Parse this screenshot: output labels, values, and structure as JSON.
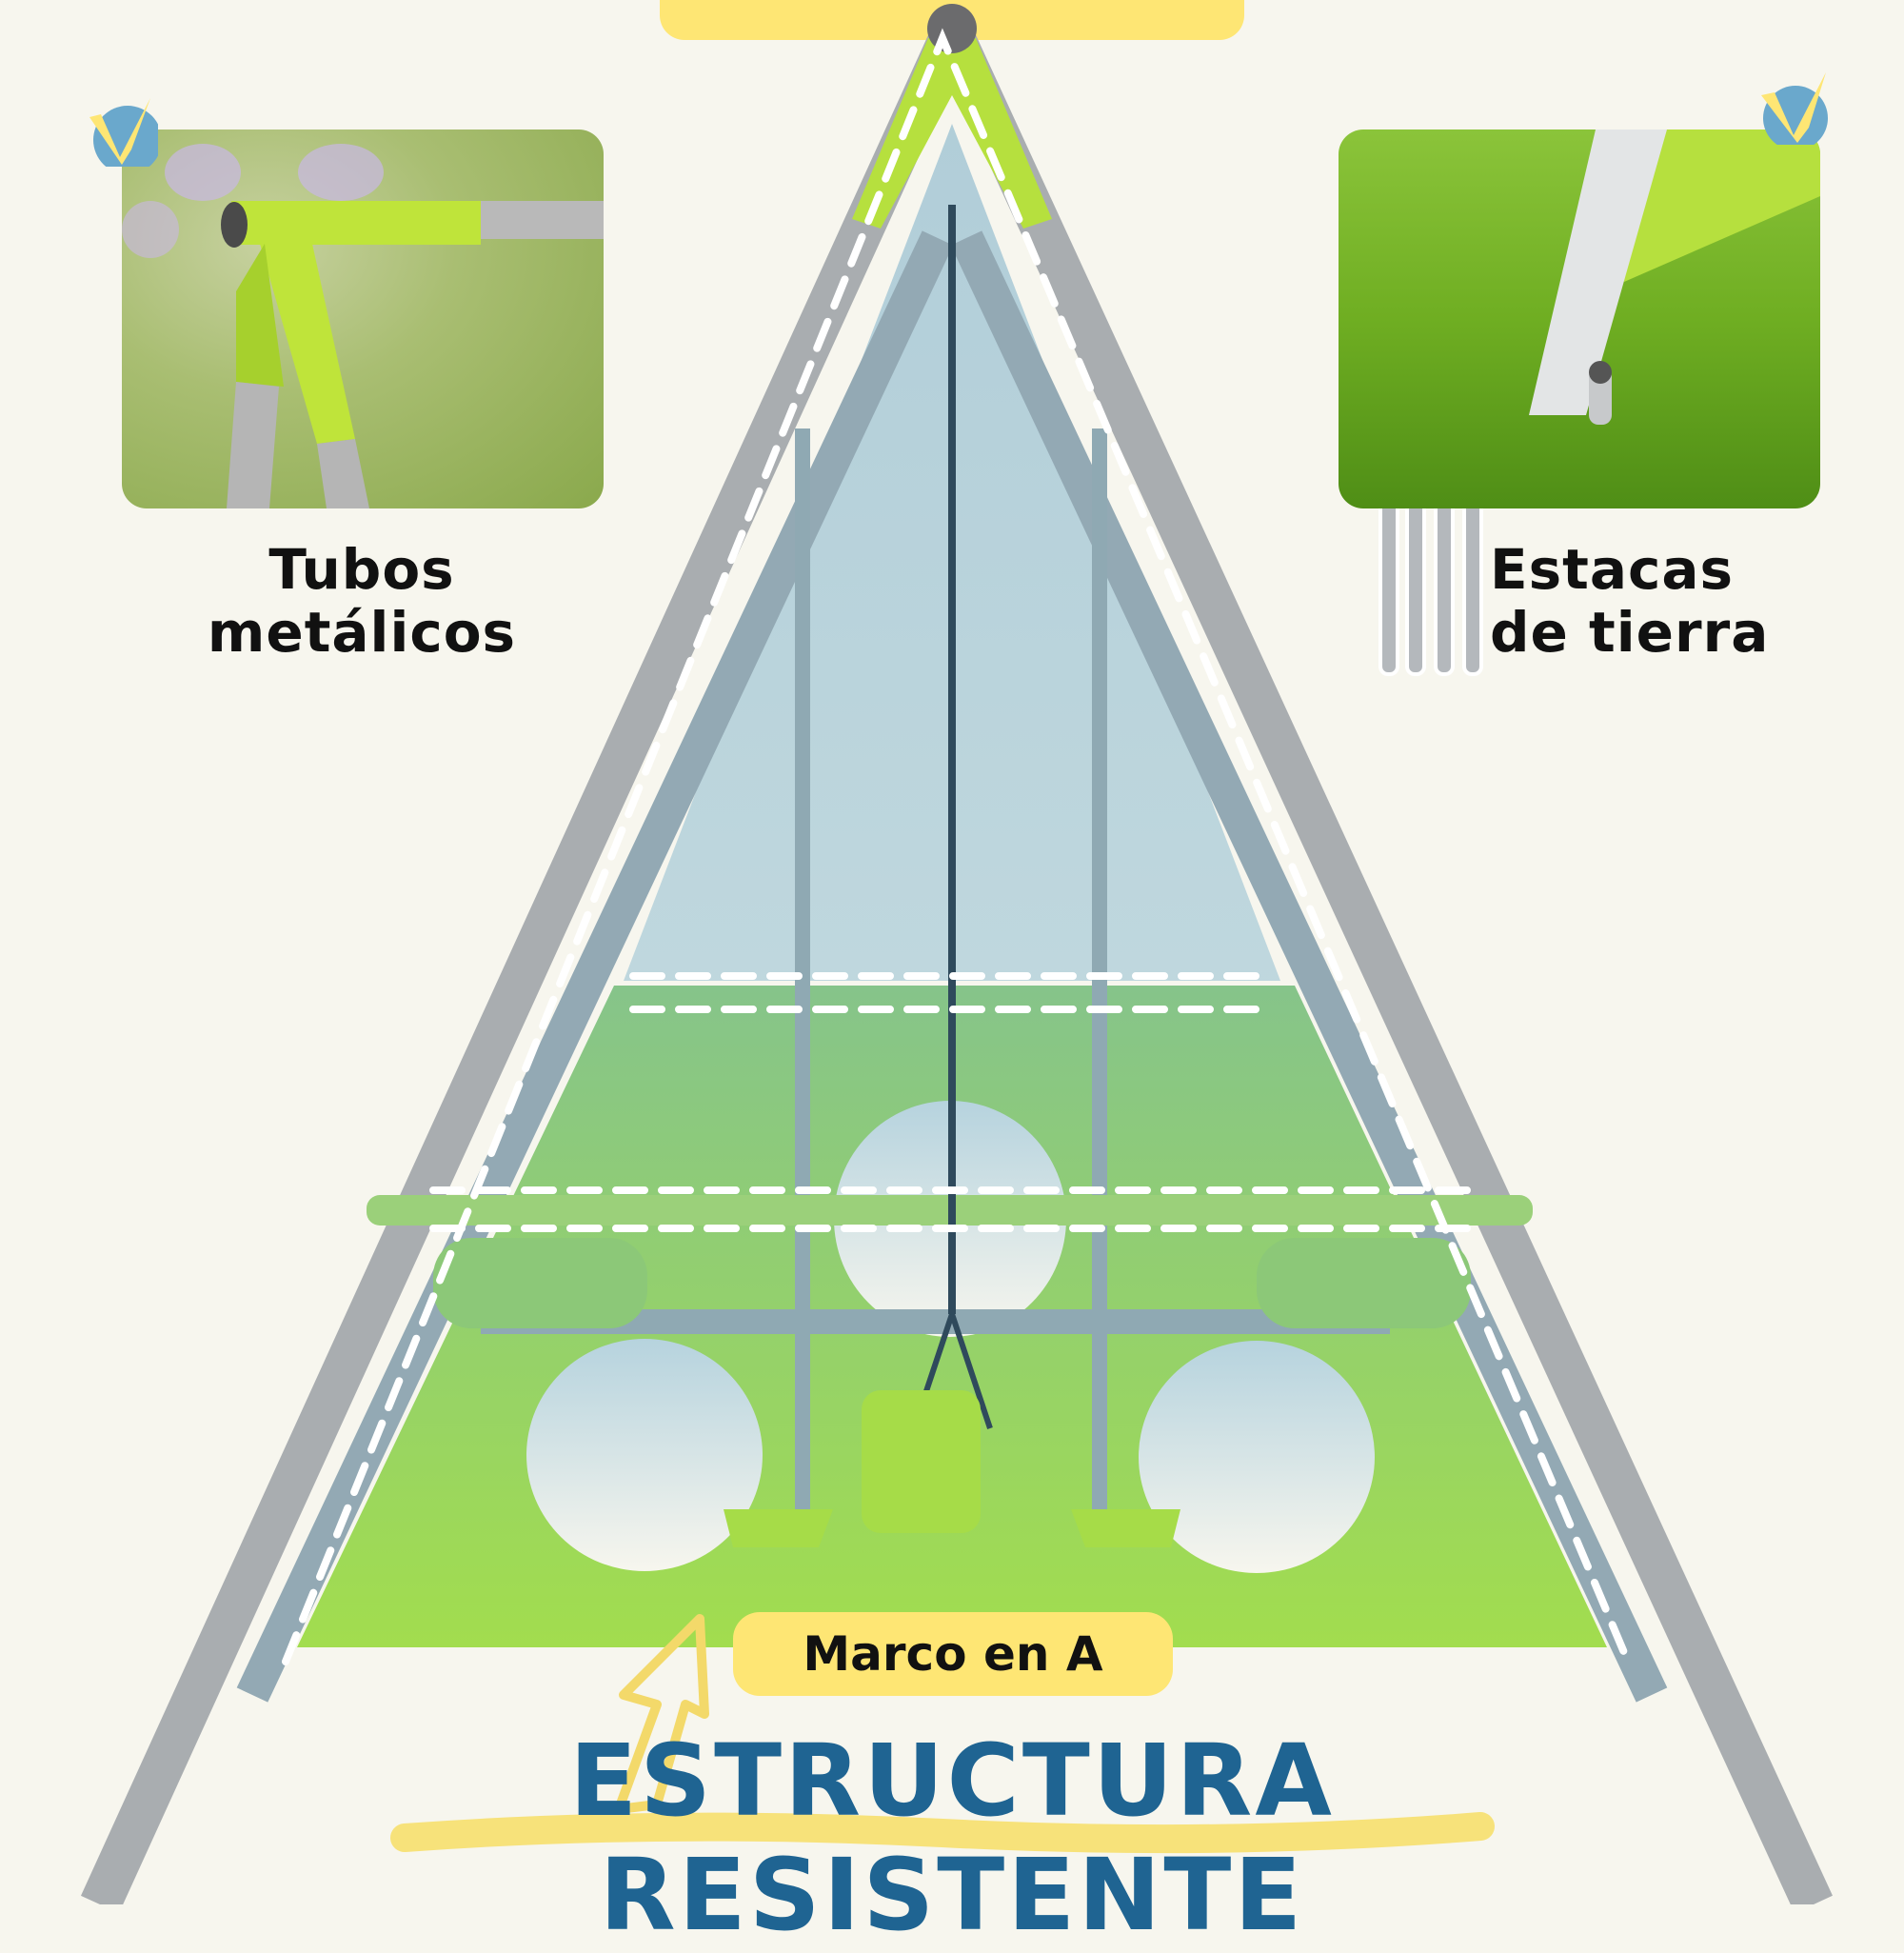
{
  "top_banner": {
    "text": ""
  },
  "features": [
    {
      "id": "left",
      "caption_line1": "Tubos",
      "caption_line2": "metálicos",
      "photo": "green-T-joint-metal-tubes",
      "badge": "check-icon"
    },
    {
      "id": "right",
      "caption_line1": "Estacas",
      "caption_line2": "de tierra",
      "photo": "ground-stake-in-grass",
      "badge": "check-icon",
      "stakes_count": 4
    }
  ],
  "center_illustration": "A-frame-swing-set",
  "pill_label": "Marco en A",
  "headline": "ESTRUCTURA RESISTENTE",
  "colors": {
    "background": "#f7f6ee",
    "accent_yellow": "#fee674",
    "headline_blue": "#1f6492",
    "badge_blue": "#6aa8cc",
    "frame_grey": "#a9adb0",
    "frame_green": "#b6e03e",
    "mat_green": "#9ed84f"
  }
}
